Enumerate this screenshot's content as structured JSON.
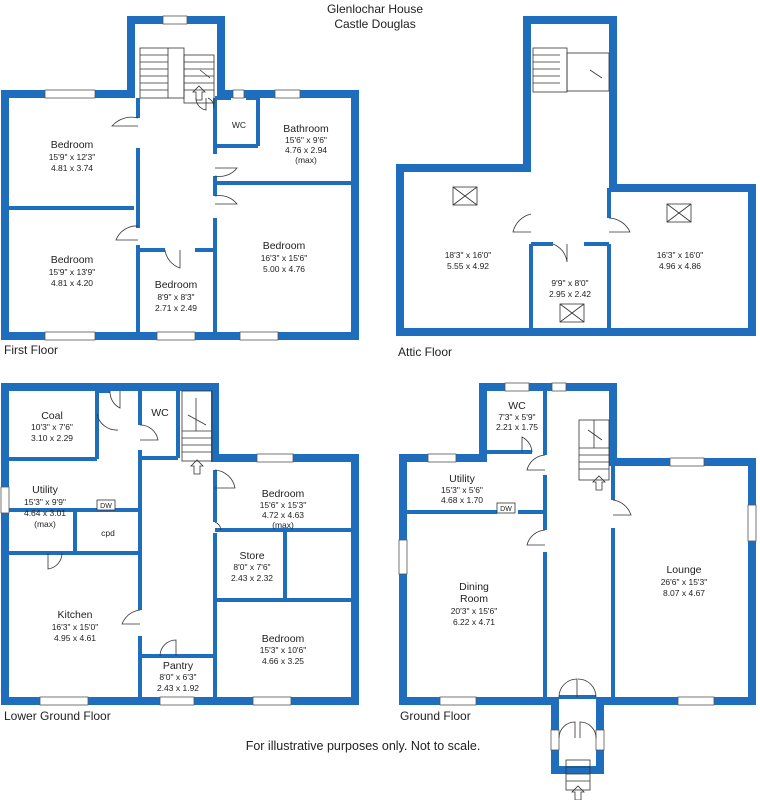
{
  "header": {
    "line1": "Glenlochar House",
    "line2": "Castle Douglas"
  },
  "disclaimer": "For illustrative purposes only. Not to scale.",
  "colors": {
    "wall": "#1f6ebd",
    "window": "#ffffff",
    "fixture": "#333333",
    "text": "#222222",
    "background": "#ffffff"
  },
  "floors": {
    "first": {
      "label": "First Floor",
      "rooms": [
        {
          "name": "Bedroom",
          "imperial": "15'9\" x 12'3\"",
          "metric": "4.81 x 3.74"
        },
        {
          "name": "Bedroom",
          "imperial": "15'9\" x 13'9\"",
          "metric": "4.81 x 4.20"
        },
        {
          "name": "Bedroom",
          "imperial": "8'9\" x 8'3\"",
          "metric": "2.71 x 2.49"
        },
        {
          "name": "Bedroom",
          "imperial": "16'3\" x 15'6\"",
          "metric": "5.00 x 4.76"
        },
        {
          "name": "Bathroom",
          "imperial": "15'6\" x 9'6\"",
          "metric": "4.76 x 2.94",
          "note": "(max)"
        },
        {
          "name": "WC"
        }
      ]
    },
    "attic": {
      "label": "Attic Floor",
      "rooms": [
        {
          "imperial": "18'3\" x 16'0\"",
          "metric": "5.55 x 4.92"
        },
        {
          "imperial": "9'9\" x 8'0\"",
          "metric": "2.95 x 2.42"
        },
        {
          "imperial": "16'3\" x 16'0\"",
          "metric": "4.96 x 4.86"
        }
      ]
    },
    "lower": {
      "label": "Lower Ground Floor",
      "rooms": [
        {
          "name": "Coal",
          "imperial": "10'3\" x 7'6\"",
          "metric": "3.10 x 2.29"
        },
        {
          "name": "Utility",
          "imperial": "15'3\" x 9'9\"",
          "metric": "4.64 x 3.01",
          "note": "(max)"
        },
        {
          "name": "cpd"
        },
        {
          "name": "WC"
        },
        {
          "name": "Kitchen",
          "imperial": "16'3\" x 15'0\"",
          "metric": "4.95 x 4.61"
        },
        {
          "name": "Pantry",
          "imperial": "8'0\" x 6'3\"",
          "metric": "2.43 x 1.92"
        },
        {
          "name": "Bedroom",
          "imperial": "15'6\" x 15'3\"",
          "metric": "4.72 x 4.63",
          "note": "(max)"
        },
        {
          "name": "Store",
          "imperial": "8'0\" x 7'6\"",
          "metric": "2.43 x 2.32"
        },
        {
          "name": "Bedroom",
          "imperial": "15'3\" x 10'6\"",
          "metric": "4.66 x 3.25"
        }
      ],
      "dw": "DW"
    },
    "ground": {
      "label": "Ground Floor",
      "rooms": [
        {
          "name": "WC",
          "imperial": "7'3\" x 5'9\"",
          "metric": "2.21 x 1.75"
        },
        {
          "name": "Utility",
          "imperial": "15'3\" x 5'6\"",
          "metric": "4.68 x 1.70"
        },
        {
          "name": "Dining",
          "name2": "Room",
          "imperial": "20'3\" x 15'6\"",
          "metric": "6.22 x 4.71"
        },
        {
          "name": "Lounge",
          "imperial": "26'6\" x 15'3\"",
          "metric": "8.07 x 4.67"
        }
      ],
      "dw": "DW"
    }
  }
}
